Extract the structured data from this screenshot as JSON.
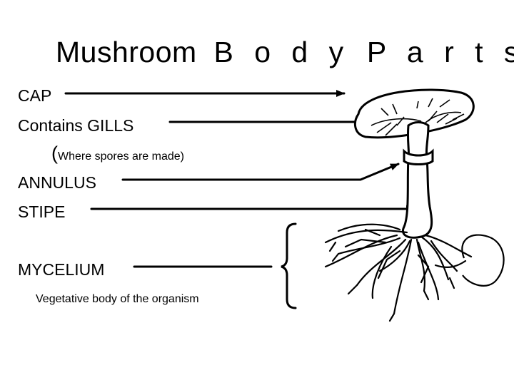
{
  "title": {
    "word1": "Mushroom",
    "word2": "B o d y",
    "word3": "P a r t s"
  },
  "labels": {
    "cap": "CAP",
    "gills": "Contains GILLS",
    "gills_note": "Where spores are made",
    "annulus": "ANNULUS",
    "stipe": "STIPE",
    "mycelium": "MYCELIUM",
    "mycelium_note": "Vegetative body of the organism"
  },
  "colors": {
    "ink": "#000000",
    "background": "#ffffff"
  }
}
